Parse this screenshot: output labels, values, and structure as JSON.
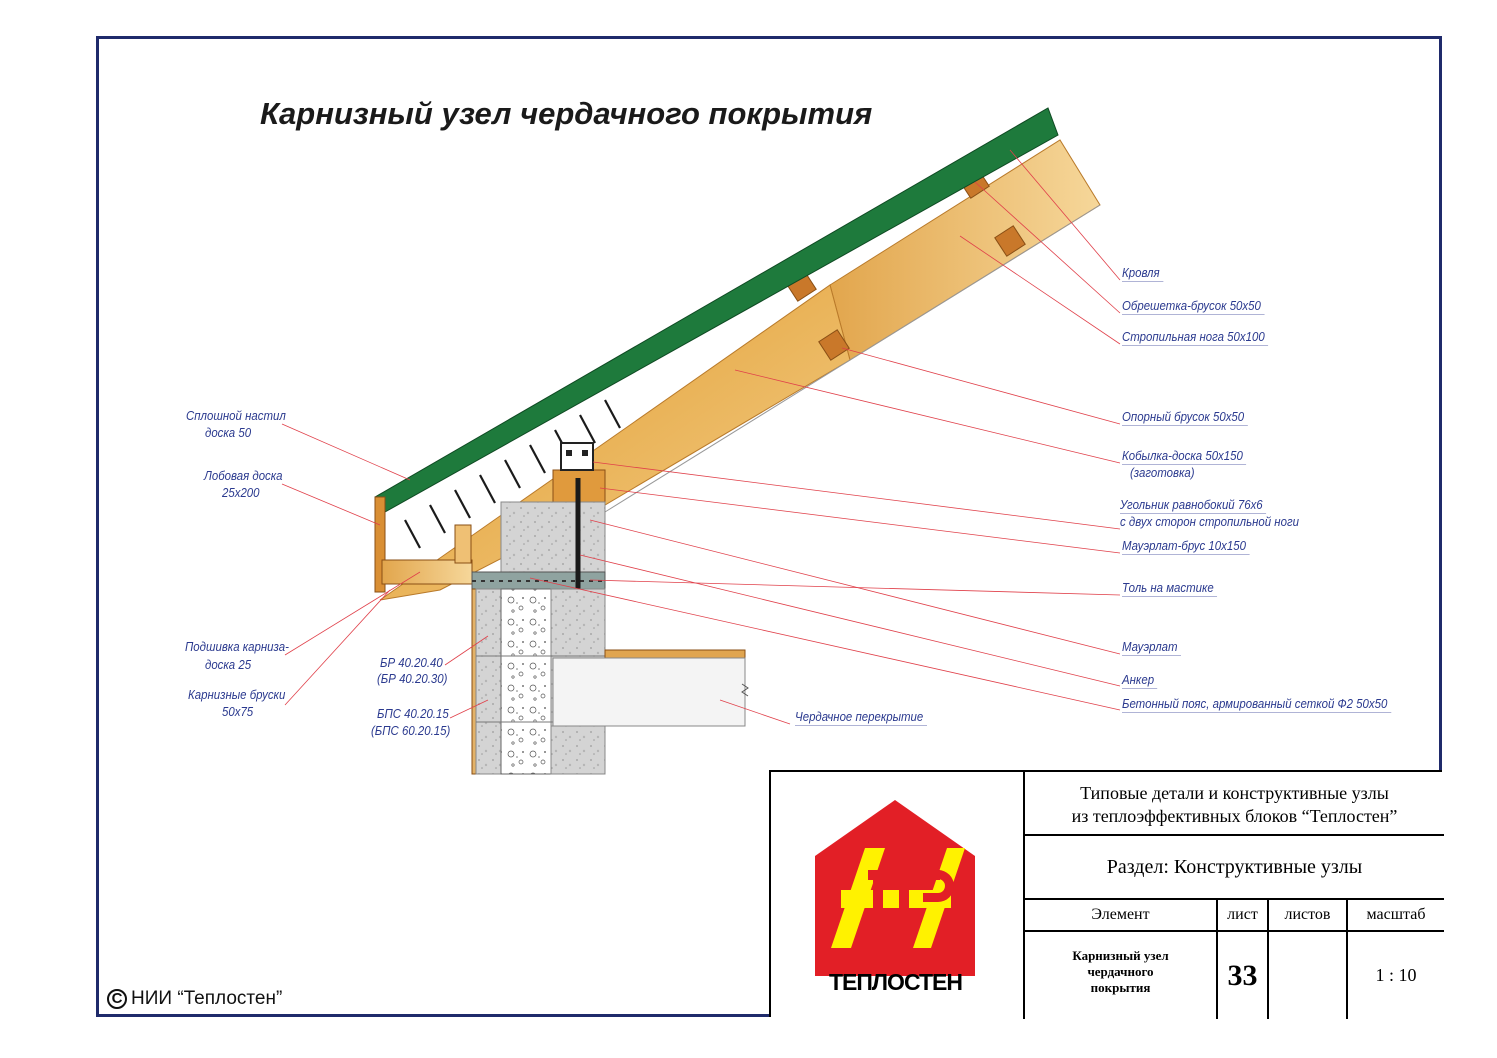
{
  "title": "Карнизный узел чердачного покрытия",
  "labels_right": {
    "krovlya": "Кровля",
    "obreshetka": "Обрешетка-брусок 50х50",
    "stropilnaya": "Стропильная нога 50х100",
    "opornyi": "Опорный брусок 50х50",
    "kobylka_1": "Кобылка-доска 50х150",
    "kobylka_2": "(заготовка)",
    "ugolnik_1": "Угольник равнобокий 76х6",
    "ugolnik_2": "с двух сторон стропильной ноги",
    "mauerlat_brus": "Мауэрлат-брус 10х150",
    "tol": "Толь на мастике",
    "mauerlat": "Мауэрлат",
    "anker": "Анкер",
    "beton": "Бетонный пояс, армированный сеткой Ф2 50х50",
    "perekrytie": "Чердачное перекрытие"
  },
  "labels_left": {
    "nastil_1": "Сплошной настил",
    "nastil_2": "доска 50",
    "lobovaya_1": "Лобовая доска",
    "lobovaya_2": "25х200",
    "podshivka_1": "Подшивка карниза-",
    "podshivka_2": "доска 25",
    "bruski_1": "Карнизные бруски",
    "bruski_2": "50х75",
    "br_1": "БР 40.20.40",
    "br_2": "(БР 40.20.30)",
    "bps_1": "БПС 40.20.15",
    "bps_2": "(БПС 60.20.15)"
  },
  "stamp": {
    "heading_1": "Типовые детали и конструктивные узлы",
    "heading_2": "из теплоэффективных блоков “Теплостен”",
    "section": "Раздел: Конструктивные узлы",
    "col_element": "Элемент",
    "col_list": "лист",
    "col_listov": "листов",
    "col_scale": "масштаб",
    "element_1": "Карнизный узел",
    "element_2": "чердачного",
    "element_3": "покрытия",
    "sheet_no": "33",
    "sheets_total": "",
    "scale": "1 : 10",
    "logo_text": "ТЕПЛОСТЕН"
  },
  "copyright": "НИИ “Теплостен”",
  "copyright_symbol": "C",
  "colors": {
    "frame": "#1f2a6b",
    "roof": "#1e7a3c",
    "wood": "#e8a84a",
    "leader": "#e0404a",
    "label": "#2b3a8f",
    "logo_red": "#e21f26",
    "logo_yellow": "#fff200"
  }
}
